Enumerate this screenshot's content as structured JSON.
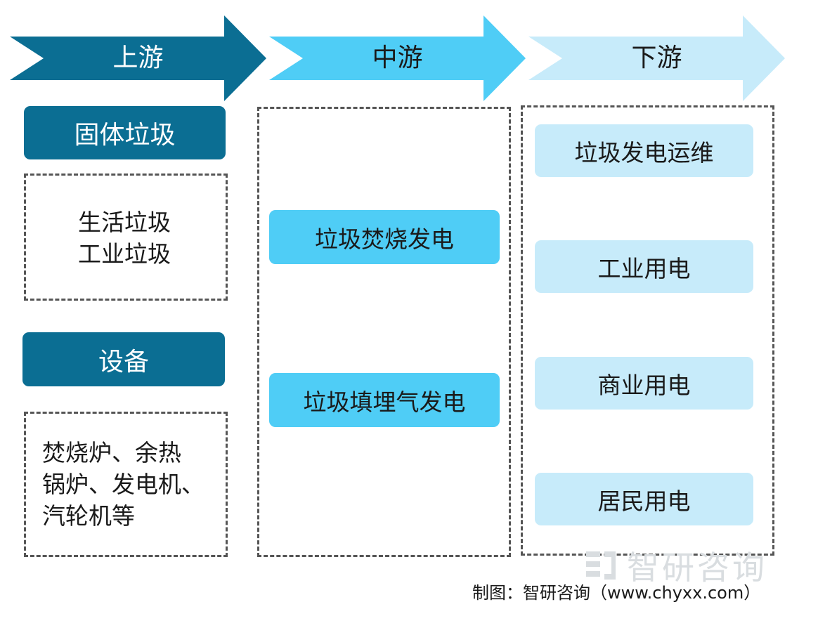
{
  "stages": {
    "upstream": "上游",
    "midstream": "中游",
    "downstream": "下游"
  },
  "upstream": {
    "group1_title": "固体垃圾",
    "group1_items": [
      "生活垃圾",
      "工业垃圾"
    ],
    "group2_title": "设备",
    "group2_items": [
      "焚烧炉、余热",
      "锅炉、发电机、",
      "汽轮机等"
    ]
  },
  "midstream": {
    "items": [
      "垃圾焚烧发电",
      "垃圾填埋气发电"
    ]
  },
  "downstream": {
    "items": [
      "垃圾发电运维",
      "工业用电",
      "商业用电",
      "居民用电"
    ]
  },
  "watermark": "智研咨询",
  "source": "制图：智研咨询（www.chyxx.com）",
  "colors": {
    "upstream": "#0b6e93",
    "midstream": "#4fcdf6",
    "downstream": "#c7ebfa"
  }
}
